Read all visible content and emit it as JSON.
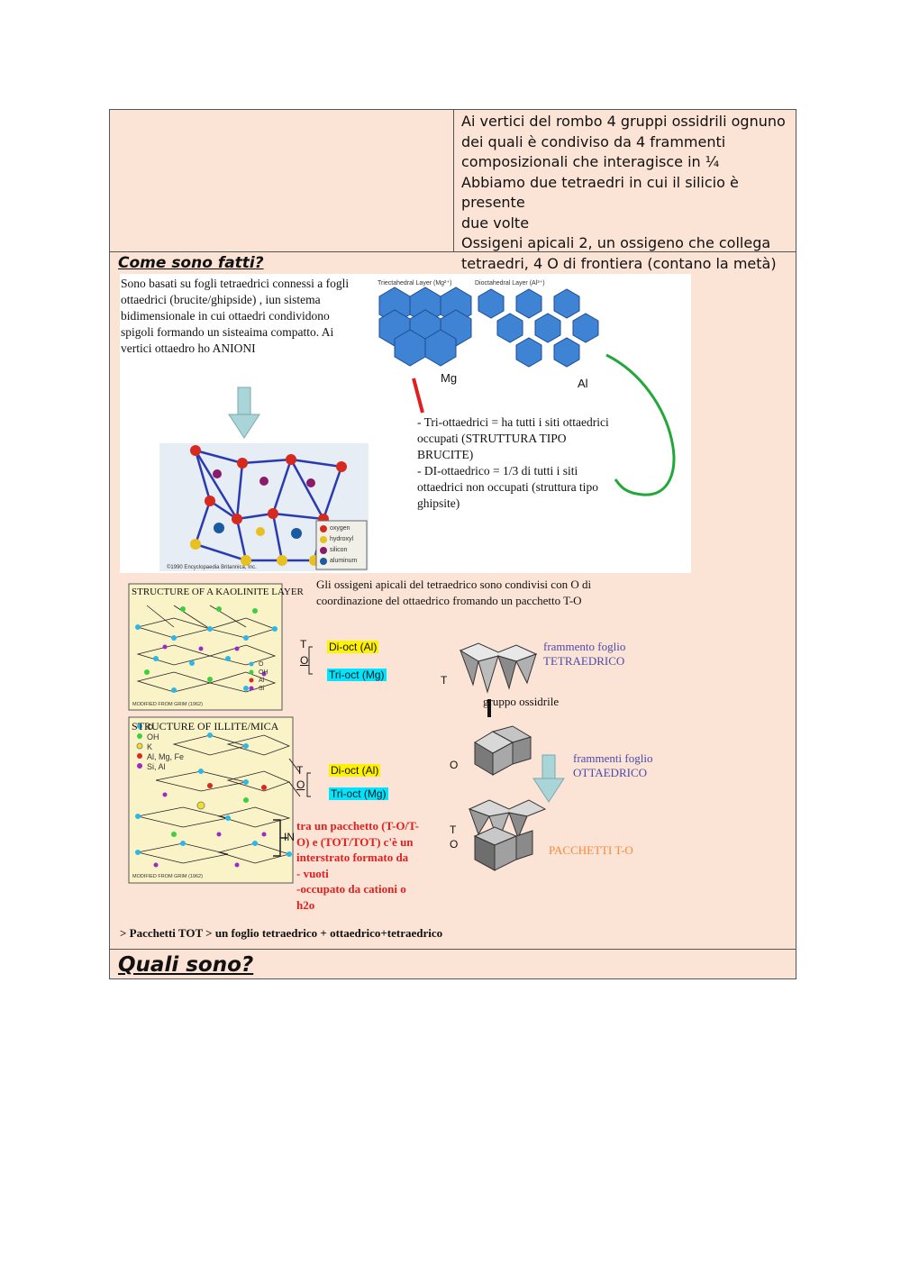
{
  "row1": {
    "text": "Ai vertici del rombo 4 gruppi ossidrili ognuno\ndei quali è condiviso da 4 frammenti\ncomposizionali che interagisce in ¼\nAbbiamo due tetraedri in cui il silicio è presente\ndue volte\nOssigeni apicali 2, un ossigeno che collega\ntetraedri, 4 O di frontiera (contano la metà)"
  },
  "section1": {
    "heading": "Come sono fatti?",
    "intro": "Sono basati su fogli tetraedrici connessi a fogli ottaedrici (brucite/ghipside) , iun sistema bidimensionale in cui ottaedri condividono spigoli formando un sisteaima compatto. Ai vertici ottaedro ho ANIONI",
    "tri_layer_label": "Triectahedral Layer (Mg²⁺)",
    "di_layer_label": "Dioctahedral Layer (Al³⁺)",
    "mg_label": "Mg",
    "al_label": "Al",
    "tri_di_text": "- Tri-ottaedrici = ha tutti i siti ottaedrici\noccupati (STRUTTURA TIPO\nBRUCITE)\n- DI-ottaedrico = 1/3 di tutti i siti\nottaedrici non occupati (struttura tipo\nghipsite)",
    "legend": [
      "oxygen",
      "hydroxyl",
      "silicon",
      "aluminum"
    ],
    "copyright": "©1990 Encyclopaedia Britannica, Inc.",
    "oxygen_sharing": "Gli ossigeni apicali del tetraedrico sono condivisi con O di coordinazione del ottaedrico fromando un pacchetto T-O",
    "kaolinite_title": "STRUCTURE OF A KAOLINITE LAYER",
    "kaolinite_legend": [
      "O",
      "OH",
      "Al",
      "Si"
    ],
    "modified_from": "MODIFIED FROM GRIM (1962)",
    "to_t": "T",
    "to_o": "O",
    "di_oct": "Di-oct (Al)",
    "tri_oct": "Tri-oct (Mg)",
    "tetra_t": "T",
    "frammento_tetra": "frammento foglio\nTETRAEDRICO",
    "gruppo_ossidrile": "gruppo ossidrile",
    "illite_title": "STRUCTURE OF ILLITE/MICA",
    "illite_legend": [
      "O",
      "OH",
      "K",
      "Al, Mg, Fe",
      "Si, Al"
    ],
    "in_label": "IN",
    "octa_o": "O",
    "frammento_octa": "frammenti foglio\nOTTAEDRICO",
    "pack_t": "T",
    "pack_o": "O",
    "pacchetti_to": "PACCHETTI T-O",
    "interstrato": "tra un pacchetto (T-O/T-\nO) e (TOT/TOT) c'è un\ninterstrato formato da\n- vuoti\n-occupato da cationi o\nh2o",
    "tot_line": "> Pacchetti TOT > un foglio tetraedrico + ottaedrico+tetraedrico"
  },
  "section2": {
    "heading": "Quali sono?"
  }
}
